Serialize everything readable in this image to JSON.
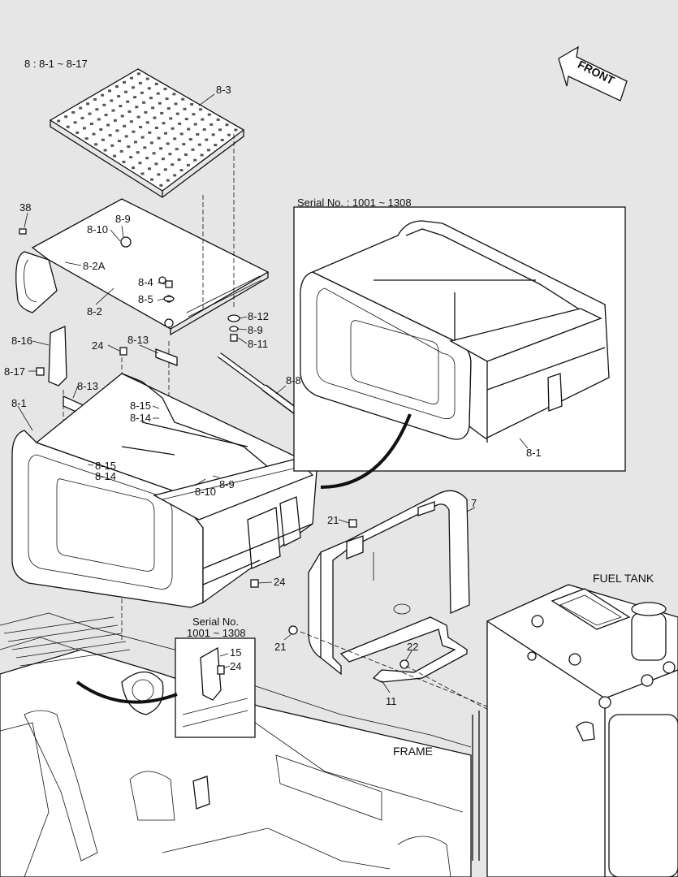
{
  "header_note": "8 : 8-1 ~ 8-17",
  "direction_arrow": "FRONT",
  "insets": {
    "serial_top": "Serial No. : 1001 ~ 1308",
    "serial_bottom_line1": "Serial No.",
    "serial_bottom_line2": "1001 ~ 1308"
  },
  "area_labels": {
    "fuel_tank": "FUEL TANK",
    "frame": "FRAME"
  },
  "callouts": [
    "8-3",
    "38",
    "8-9",
    "8-10",
    "8-2A",
    "8-4",
    "8-5",
    "8-2",
    "8-12",
    "8-9",
    "8-11",
    "8-16",
    "24",
    "8-13",
    "8-17",
    "8-13",
    "8-8",
    "8-15",
    "8-14",
    "8-1",
    "8-15",
    "8-14",
    "8-10",
    "8-9",
    "8-1",
    "21",
    "7",
    "24",
    "21",
    "22",
    "11",
    "15",
    "24"
  ]
}
